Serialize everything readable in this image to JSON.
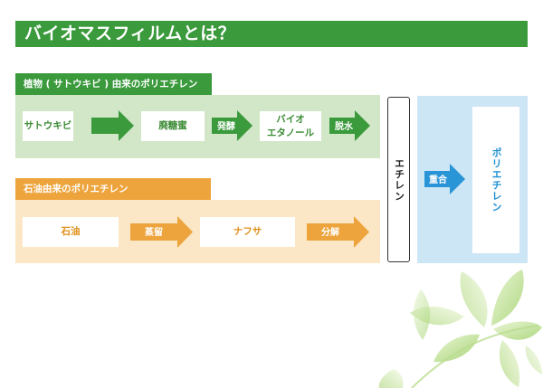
{
  "title": "バイオマスフィルムとは？",
  "bio": {
    "label": "植物 ( サトウキビ ) 由来のポリエチレン",
    "steps": [
      "サトウキビ",
      "廃糖蜜",
      "バイオ\nエタノール"
    ],
    "arrows": [
      "",
      "発酵",
      "脱水"
    ]
  },
  "petro": {
    "label": "石油由来のポリエチレン",
    "steps": [
      "石油",
      "ナフサ"
    ],
    "arrows": [
      "蒸留",
      "分解"
    ]
  },
  "ethylene_label": "エチレン",
  "polymerization_label": "重合",
  "polyethylene_label": "ポリエチレン",
  "colors": {
    "green": "#3a9a3c",
    "light_green": "#d2e6c8",
    "orange": "#eea43c",
    "light_orange": "#fbe6c6",
    "blue": "#2a95d6",
    "light_blue": "#cde6f6"
  }
}
